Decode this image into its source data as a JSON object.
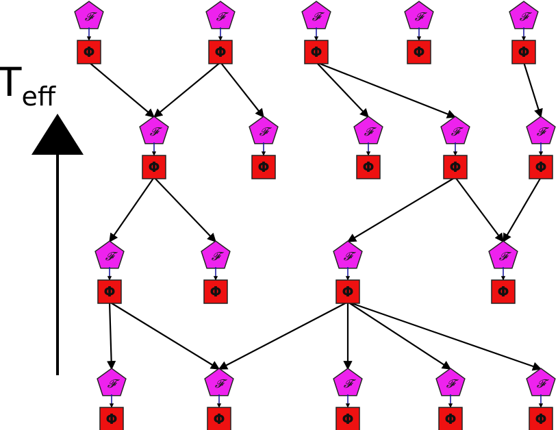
{
  "axis": {
    "label_main": "T",
    "label_sub": "eff"
  },
  "node_symbols": {
    "upper": "𝓕",
    "lower": "Φ"
  },
  "colors": {
    "pentagon_fill": "#ee22ee",
    "pentagon_stroke": "#222222",
    "square_fill": "#ee1111",
    "square_stroke": "#222222",
    "inner_link": "#1a1aa0",
    "edge": "#000000"
  },
  "nodes": [
    {
      "id": "r0c0",
      "row": 0
    },
    {
      "id": "r0c1",
      "row": 0
    },
    {
      "id": "r0c2",
      "row": 0
    },
    {
      "id": "r0c3",
      "row": 0
    },
    {
      "id": "r0c4",
      "row": 0
    },
    {
      "id": "r1c0",
      "row": 1
    },
    {
      "id": "r1c1",
      "row": 1
    },
    {
      "id": "r1c2",
      "row": 1
    },
    {
      "id": "r1c3",
      "row": 1
    },
    {
      "id": "r1c4",
      "row": 1
    },
    {
      "id": "r2c0",
      "row": 2
    },
    {
      "id": "r2c1",
      "row": 2
    },
    {
      "id": "r2c2",
      "row": 2
    },
    {
      "id": "r2c3",
      "row": 2
    },
    {
      "id": "r3c0",
      "row": 3
    },
    {
      "id": "r3c1",
      "row": 3
    },
    {
      "id": "r3c2",
      "row": 3
    },
    {
      "id": "r3c3",
      "row": 3
    },
    {
      "id": "r3c4",
      "row": 3
    }
  ],
  "edges": [
    {
      "from": "r0c0",
      "to": "r1c0"
    },
    {
      "from": "r0c1",
      "to": "r1c0"
    },
    {
      "from": "r0c1",
      "to": "r1c1"
    },
    {
      "from": "r0c2",
      "to": "r1c2"
    },
    {
      "from": "r0c2",
      "to": "r1c3"
    },
    {
      "from": "r0c4",
      "to": "r1c4"
    },
    {
      "from": "r1c0",
      "to": "r2c0"
    },
    {
      "from": "r1c0",
      "to": "r2c1"
    },
    {
      "from": "r1c3",
      "to": "r2c2"
    },
    {
      "from": "r1c3",
      "to": "r2c3"
    },
    {
      "from": "r1c4",
      "to": "r2c3"
    },
    {
      "from": "r2c0",
      "to": "r3c0"
    },
    {
      "from": "r2c0",
      "to": "r3c1"
    },
    {
      "from": "r2c2",
      "to": "r3c1"
    },
    {
      "from": "r2c2",
      "to": "r3c2"
    },
    {
      "from": "r2c2",
      "to": "r3c3"
    },
    {
      "from": "r2c2",
      "to": "r3c4"
    }
  ]
}
